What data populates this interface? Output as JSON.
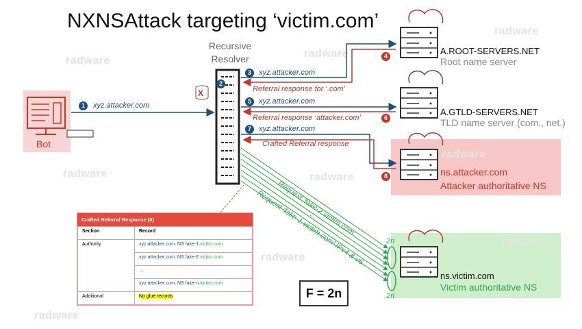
{
  "title": "NXNSAttack targeting ‘victim.com’",
  "watermark": "radware",
  "resolver": {
    "label_line1": "Recursive",
    "label_line2": "Resolver"
  },
  "bot": {
    "label": "Bot"
  },
  "servers": {
    "root": {
      "name": "A.ROOT-SERVERS.NET",
      "role": "Root name server"
    },
    "tld": {
      "name": "A.GTLD-SERVERS.NET",
      "role": "TLD name server (com., net.)"
    },
    "attacker": {
      "name": "ns.attacker.com",
      "role": "Attacker authoritative NS"
    },
    "victim": {
      "name": "ns.victim.com",
      "role": "Victim authoritative NS"
    }
  },
  "steps": [
    {
      "num": "1",
      "label": "xyz.attacker.com"
    },
    {
      "num": "2"
    },
    {
      "num": "3",
      "label": "xyz.attacker.com"
    },
    {
      "num": "4"
    },
    {
      "num": "5",
      "label": "xyz.attacker.com"
    },
    {
      "num": "6"
    },
    {
      "num": "7",
      "label": "xyz.attacker.com"
    },
    {
      "num": "8"
    }
  ],
  "responses": {
    "root": "Referral response for ‘.com’",
    "tld": "Referral response ‘attacker.com’",
    "crafted": "Crafted Referral response"
  },
  "requests": {
    "fake1": "Request ‘fake-1.victim.com’ IPv4 & v6",
    "fake2": "Request ‘fake-2.victim.com’",
    "more": "..."
  },
  "victim_marks": {
    "top": "2n",
    "bottom": "2n"
  },
  "cache_x": "X",
  "crafted_table": {
    "title": "Crafted Referral Response (8)",
    "headers": [
      "Section",
      "Record"
    ],
    "authority": "Authority",
    "additional": "Additional",
    "rows": [
      {
        "prefix": "xyz.attacker.com. NS fake-1.",
        "suffix": "victim.com"
      },
      {
        "prefix": "xyz.attacker.com. NS fake-2.",
        "suffix": "victim.com"
      },
      {
        "prefix": "…",
        "suffix": ""
      },
      {
        "prefix": "xyz.attacker.com. NS fake-n.",
        "suffix": "victim.com"
      }
    ],
    "glue": "No glue records"
  },
  "formula": "F = 2n",
  "colors": {
    "blue": "#1f4e79",
    "red": "#c0392b",
    "green": "#2eaa4a",
    "attacker_bg": "#f7c5c5",
    "victim_bg": "#cdebc6",
    "bot_bg": "#f8d0d0"
  }
}
